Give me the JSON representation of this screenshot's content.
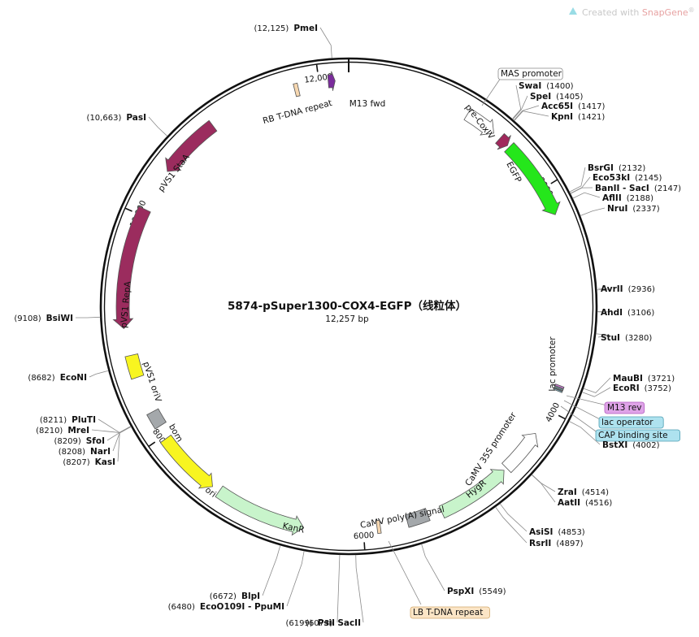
{
  "credit": {
    "prefix": "Created with ",
    "brand": "SnapGene",
    "mark": "®"
  },
  "plasmid": {
    "name": "5874-pSuper1300-COX4-EGFP（线粒体）",
    "size_label": "12,257 bp",
    "length": 12257
  },
  "ticks": [
    {
      "pos": 2000,
      "label": "2000"
    },
    {
      "pos": 4000,
      "label": "4000"
    },
    {
      "pos": 6000,
      "label": "6000"
    },
    {
      "pos": 8000,
      "label": "8000"
    },
    {
      "pos": 10000,
      "label": "10,000"
    },
    {
      "pos": 12000,
      "label": "12,000"
    }
  ],
  "enzymes": [
    {
      "name": "PmeI",
      "pos": 12125,
      "pos_label": "(12,125)",
      "order": "pos-first"
    },
    {
      "name": "SwaI",
      "pos": 1400,
      "pos_label": "(1400)",
      "order": "name-first"
    },
    {
      "name": "SpeI",
      "pos": 1405,
      "pos_label": "(1405)",
      "order": "name-first"
    },
    {
      "name": "Acc65I",
      "pos": 1417,
      "pos_label": "(1417)",
      "order": "name-first"
    },
    {
      "name": "KpnI",
      "pos": 1421,
      "pos_label": "(1421)",
      "order": "name-first"
    },
    {
      "name": "BsrGI",
      "pos": 2132,
      "pos_label": "(2132)",
      "order": "name-first"
    },
    {
      "name": "Eco53kI",
      "pos": 2145,
      "pos_label": "(2145)",
      "order": "name-first"
    },
    {
      "name": "BanII - SacI",
      "pos": 2147,
      "pos_label": "(2147)",
      "order": "name-first"
    },
    {
      "name": "AflII",
      "pos": 2188,
      "pos_label": "(2188)",
      "order": "name-first"
    },
    {
      "name": "NruI",
      "pos": 2337,
      "pos_label": "(2337)",
      "order": "name-first"
    },
    {
      "name": "AvrII",
      "pos": 2936,
      "pos_label": "(2936)",
      "order": "name-first"
    },
    {
      "name": "AhdI",
      "pos": 3106,
      "pos_label": "(3106)",
      "order": "name-first"
    },
    {
      "name": "StuI",
      "pos": 3280,
      "pos_label": "(3280)",
      "order": "name-first"
    },
    {
      "name": "MauBI",
      "pos": 3721,
      "pos_label": "(3721)",
      "order": "name-first"
    },
    {
      "name": "EcoRI",
      "pos": 3752,
      "pos_label": "(3752)",
      "order": "name-first"
    },
    {
      "name": "BstXI",
      "pos": 4002,
      "pos_label": "(4002)",
      "order": "name-first"
    },
    {
      "name": "ZraI",
      "pos": 4514,
      "pos_label": "(4514)",
      "order": "name-first"
    },
    {
      "name": "AatII",
      "pos": 4516,
      "pos_label": "(4516)",
      "order": "name-first"
    },
    {
      "name": "AsiSI",
      "pos": 4853,
      "pos_label": "(4853)",
      "order": "name-first"
    },
    {
      "name": "RsrII",
      "pos": 4897,
      "pos_label": "(4897)",
      "order": "name-first"
    },
    {
      "name": "PspXI",
      "pos": 5549,
      "pos_label": "(5549)",
      "order": "name-first"
    },
    {
      "name": "SacII",
      "pos": 6073,
      "pos_label": "(6073)",
      "order": "pos-first"
    },
    {
      "name": "PsiI",
      "pos": 6199,
      "pos_label": "(6199)",
      "order": "pos-first"
    },
    {
      "name": "EcoO109I - PpuMI",
      "pos": 6480,
      "pos_label": "(6480)",
      "order": "pos-first"
    },
    {
      "name": "BlpI",
      "pos": 6672,
      "pos_label": "(6672)",
      "order": "pos-first"
    },
    {
      "name": "KasI",
      "pos": 8207,
      "pos_label": "(8207)",
      "order": "pos-first"
    },
    {
      "name": "NarI",
      "pos": 8208,
      "pos_label": "(8208)",
      "order": "pos-first"
    },
    {
      "name": "SfoI",
      "pos": 8209,
      "pos_label": "(8209)",
      "order": "pos-first"
    },
    {
      "name": "MreI",
      "pos": 8210,
      "pos_label": "(8210)",
      "order": "pos-first"
    },
    {
      "name": "PluTI",
      "pos": 8211,
      "pos_label": "(8211)",
      "order": "pos-first"
    },
    {
      "name": "EcoNI",
      "pos": 8682,
      "pos_label": "(8682)",
      "order": "pos-first"
    },
    {
      "name": "BsiWI",
      "pos": 9108,
      "pos_label": "(9108)",
      "order": "pos-first"
    },
    {
      "name": "PasI",
      "pos": 10663,
      "pos_label": "(10,663)",
      "order": "pos-first"
    }
  ],
  "features": [
    {
      "name": "MAS promoter",
      "start": 1080,
      "end": 1360,
      "strand": 1,
      "color": "#ffffff",
      "shape": "arrow",
      "label_style": "callout"
    },
    {
      "name": "pre-CoxIV",
      "start": 1430,
      "end": 1520,
      "strand": 1,
      "color": "#a0285c",
      "shape": "arrow",
      "label_style": "outer"
    },
    {
      "name": "EGFP",
      "start": 1540,
      "end": 2250,
      "strand": 1,
      "color": "#25e61b",
      "shape": "arrow",
      "label_style": "inner"
    },
    {
      "name": "lac promoter",
      "start": 3770,
      "end": 3800,
      "strand": 1,
      "color": "#ffffff",
      "shape": "box",
      "label_style": "radial"
    },
    {
      "name": "M13 rev",
      "start": 3765,
      "end": 3780,
      "strand": -1,
      "color": "#c57ad0",
      "shape": "box",
      "label_style": "callout"
    },
    {
      "name": "lac operator",
      "start": 3785,
      "end": 3795,
      "strand": 1,
      "color": "#7fc0d2",
      "shape": "box",
      "label_style": "callout"
    },
    {
      "name": "CAP binding site",
      "start": 3805,
      "end": 3815,
      "strand": 1,
      "color": "#7fc0d2",
      "shape": "box",
      "label_style": "callout"
    },
    {
      "name": "CaMV 35S promoter",
      "start": 4230,
      "end": 4620,
      "strand": -1,
      "color": "#ffffff",
      "shape": "arrow",
      "label_style": "outer"
    },
    {
      "name": "HygR",
      "start": 4650,
      "end": 5300,
      "strand": -1,
      "color": "#c8f4cb",
      "shape": "arrow",
      "label_style": "inner"
    },
    {
      "name": "CaMV poly(A) signal",
      "start": 5420,
      "end": 5610,
      "strand": -1,
      "color": "#a4a8ab",
      "shape": "box",
      "label_style": "outer"
    },
    {
      "name": "LB T-DNA repeat",
      "start": 5850,
      "end": 5880,
      "strand": 1,
      "color": "#f6d7b0",
      "shape": "box",
      "label_style": "callout"
    },
    {
      "name": "KanR",
      "start": 6520,
      "end": 7320,
      "strand": -1,
      "color": "#c8f4cb",
      "shape": "arrow",
      "label_style": "inner"
    },
    {
      "name": "ori",
      "start": 7390,
      "end": 7970,
      "strand": -1,
      "color": "#f8f520",
      "shape": "arrow",
      "label_style": "inner"
    },
    {
      "name": "bom",
      "start": 8090,
      "end": 8230,
      "strand": 1,
      "color": "#a4a8ab",
      "shape": "box",
      "label_style": "outer"
    },
    {
      "name": "pVS1 oriV",
      "start": 8560,
      "end": 8760,
      "strand": 1,
      "color": "#f8f520",
      "shape": "box",
      "label_style": "outer"
    },
    {
      "name": "pVS1 RepA",
      "start": 9000,
      "end": 10060,
      "strand": -1,
      "color": "#9b2c5e",
      "shape": "arrow",
      "label_style": "inner"
    },
    {
      "name": "pVS1 StaA",
      "start": 10440,
      "end": 11000,
      "strand": -1,
      "color": "#9b2c5e",
      "shape": "arrow",
      "label_style": "inner"
    },
    {
      "name": "RB T-DNA repeat",
      "start": 11780,
      "end": 11815,
      "strand": 1,
      "color": "#f6d7b0",
      "shape": "box",
      "label_style": "outer"
    },
    {
      "name": "M13 fwd",
      "start": 12080,
      "end": 12140,
      "strand": 1,
      "color": "#7b2c9c",
      "shape": "arrow",
      "label_style": "outer"
    }
  ]
}
